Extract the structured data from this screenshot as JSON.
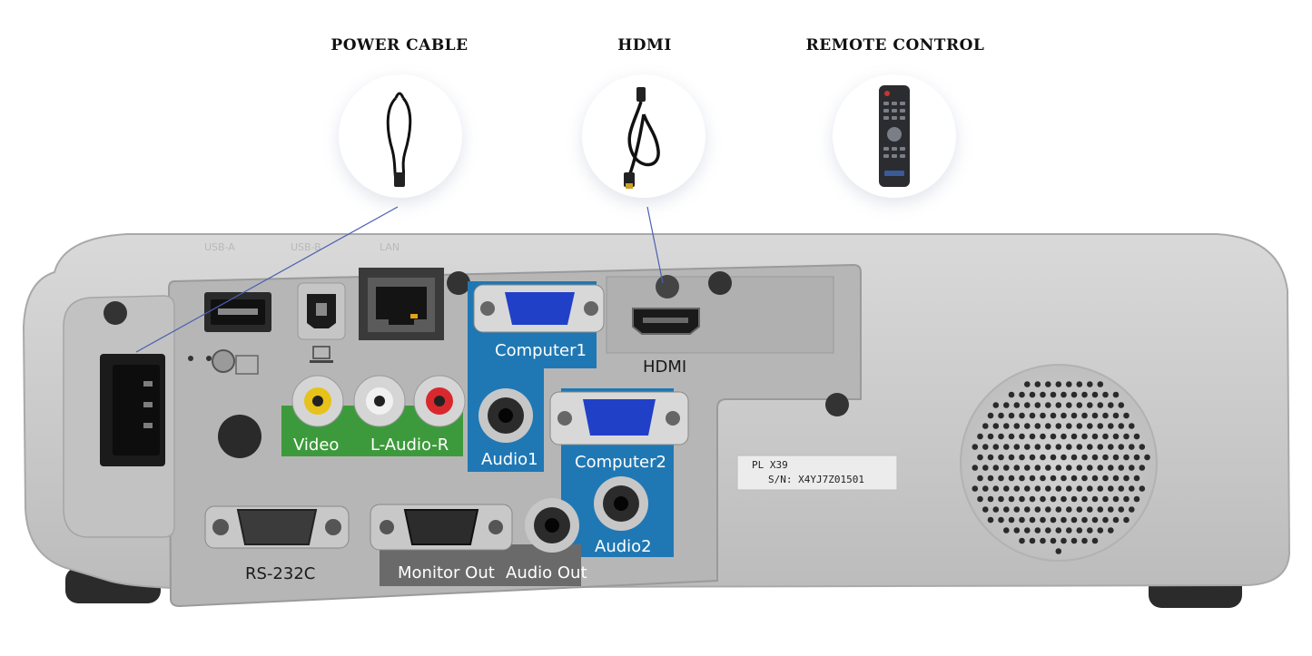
{
  "accessories": {
    "power_cable": {
      "title": "POWER CABLE",
      "icon": "power-cable-icon"
    },
    "hdmi": {
      "title": "HDMI",
      "icon": "hdmi-cable-icon"
    },
    "remote": {
      "title": "REMOTE CONTROL",
      "icon": "remote-control-icon"
    }
  },
  "projector": {
    "ports": {
      "usb_a": "USB-A",
      "usb_b": "USB-B",
      "lan": "LAN",
      "computer1": "Computer1",
      "hdmi": "HDMI",
      "video": "Video",
      "l_audio_r": "L-Audio-R",
      "audio1": "Audio1",
      "computer2": "Computer2",
      "audio2": "Audio2",
      "rs232c": "RS-232C",
      "monitor_out": "Monitor Out",
      "audio_out": "Audio Out"
    },
    "label_sticker": {
      "model": "PL X39",
      "serial": "S/N: X4YJ7Z01501"
    }
  },
  "colors": {
    "body_gray": "#c9c9c9",
    "panel_gray": "#b4b4b4",
    "blue_panel": "#1f78b4",
    "green_panel": "#3d9a3c",
    "dark_panel": "#6a6a6a",
    "connector_blue": "#2140c8"
  }
}
